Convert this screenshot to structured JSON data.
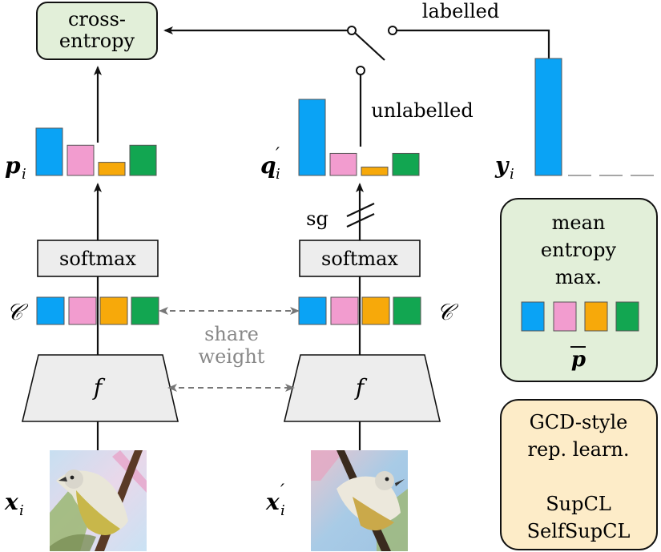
{
  "colors": {
    "blue": "#0aa3f5",
    "pink": "#f29ccf",
    "orange": "#f7a90a",
    "green": "#12a651",
    "box_fill": "#ededed",
    "green_box_fill": "#e2efd9",
    "yellow_box_fill": "#fdecc8",
    "grey_text": "#888888",
    "dashed": "#777777"
  },
  "boxes": {
    "cross_entropy": [
      "cross-",
      "entropy"
    ],
    "softmax_left": "softmax",
    "softmax_right": "softmax",
    "f_left": "f",
    "f_right": "f",
    "mean_entropy": [
      "mean",
      "entropy",
      "max."
    ],
    "gcd": [
      "GCD-style",
      "rep. learn.",
      "",
      "SupCL",
      "SelfSupCL"
    ]
  },
  "labels": {
    "labelled": "labelled",
    "unlabelled": "unlabelled",
    "sg": "sg",
    "share_weight": [
      "share",
      "weight"
    ]
  },
  "math": {
    "p_i": "p",
    "p_i_sub": "i",
    "q_i": "q",
    "q_i_prime": "′",
    "q_i_sub": "i",
    "y_i": "y",
    "y_i_sub": "i",
    "x_i": "x",
    "x_i_sub": "i",
    "x_i_prime": "x",
    "x_i_prime_mark": "′",
    "x_i_prime_sub": "i",
    "C_left": "𝒞",
    "C_right": "𝒞",
    "p_bar": "p"
  },
  "distributions": {
    "p_i": [
      0.72,
      0.46,
      0.2,
      0.46
    ],
    "q_i_prime": [
      1.0,
      0.29,
      0.11,
      0.29
    ],
    "y_i": [
      1.0,
      0,
      0,
      0
    ]
  },
  "images": {
    "x_i": "bird-image",
    "x_i_prime": "bird-image-augmented"
  }
}
